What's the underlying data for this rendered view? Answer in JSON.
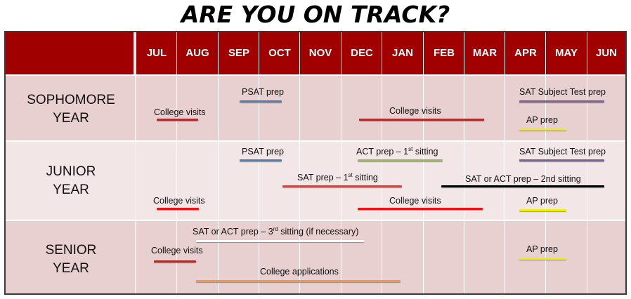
{
  "title": "ARE YOU ON TRACK?",
  "header": {
    "months": [
      "JUL",
      "AUG",
      "SEP",
      "OCT",
      "NOV",
      "DEC",
      "JAN",
      "FEB",
      "MAR",
      "APR",
      "MAY",
      "JUN"
    ]
  },
  "colors": {
    "header_bg": "#a00000",
    "row_dark": "#e8cfd0",
    "row_light": "#f2e6e6",
    "college_visits": "#ee1111",
    "psat": "#4f81bd",
    "sat_subject": "#8064a2",
    "ap": "#f0f000",
    "act_first": "#9bbb59",
    "sat_first": "#c0504d",
    "second_sitting": "#000000",
    "third_sitting": "#ffffff",
    "applications": "#f79646"
  },
  "rows": [
    {
      "year_line1": "SOPHOMORE",
      "year_line2": "YEAR",
      "activities": [
        {
          "label": "College visits",
          "start": "JUL",
          "end": "AUG"
        },
        {
          "label": "PSAT prep",
          "start": "SEP",
          "end": "OCT"
        },
        {
          "label": "College visits",
          "start": "DEC",
          "end": "MAR"
        },
        {
          "label": "SAT Subject Test prep",
          "start": "APR",
          "end": "JUN"
        },
        {
          "label": "AP prep",
          "start": "APR",
          "end": "MAY"
        }
      ]
    },
    {
      "year_line1": "JUNIOR",
      "year_line2": "YEAR",
      "activities": [
        {
          "label": "PSAT prep",
          "start": "SEP",
          "end": "OCT"
        },
        {
          "label_main": "ACT prep – 1",
          "label_sup": "st",
          "label_tail": " sitting",
          "start": "DEC",
          "end": "FEB"
        },
        {
          "label": "SAT Subject Test prep",
          "start": "APR",
          "end": "JUN"
        },
        {
          "label_main": "SAT prep – 1",
          "label_sup": "st",
          "label_tail": " sitting",
          "start": "OCT",
          "end": "JAN"
        },
        {
          "label": "SAT or ACT prep – 2nd sitting",
          "start": "JAN",
          "end": "JUN"
        },
        {
          "label": "College visits",
          "start": "JUL",
          "end": "AUG"
        },
        {
          "label": "College visits",
          "start": "DEC",
          "end": "MAR"
        },
        {
          "label": "AP prep",
          "start": "APR",
          "end": "MAY"
        }
      ]
    },
    {
      "year_line1": "SENIOR",
      "year_line2": "YEAR",
      "activities": [
        {
          "label_main": "SAT or ACT prep – 3",
          "label_sup": "rd",
          "label_tail": " sitting (if necessary)",
          "start": "AUG",
          "end": "DEC"
        },
        {
          "label": "College visits",
          "start": "JUL",
          "end": "AUG"
        },
        {
          "label": "College applications",
          "start": "AUG",
          "end": "JAN"
        },
        {
          "label": "AP prep",
          "start": "APR",
          "end": "MAY"
        }
      ]
    }
  ]
}
